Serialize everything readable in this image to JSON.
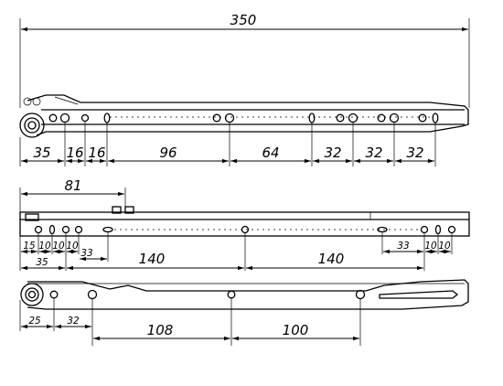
{
  "dimensions": {
    "overall": "350",
    "top": [
      "35",
      "16",
      "16",
      "96",
      "64",
      "32",
      "32",
      "32"
    ],
    "middle": {
      "d81": "81",
      "d15": "15",
      "d10a": "10",
      "d10b": "10",
      "d10c": "10",
      "d33a": "33",
      "d35": "35",
      "d140a": "140",
      "d140b": "140",
      "d33b": "33",
      "d10d": "10",
      "d10e": "10"
    },
    "bottom": [
      "25",
      "32",
      "108",
      "100"
    ]
  }
}
